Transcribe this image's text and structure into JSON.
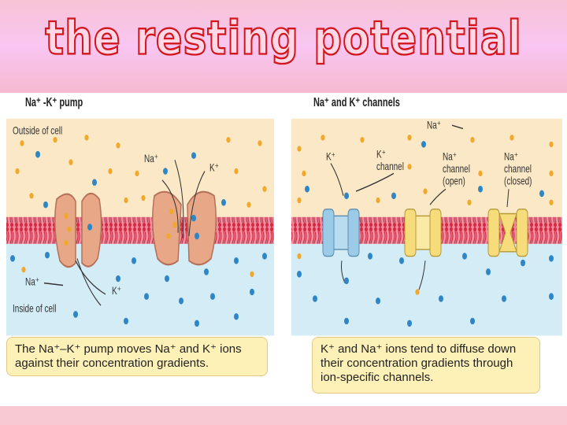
{
  "title": "the resting potential",
  "left_panel": {
    "heading": "Na⁺ -K⁺ pump",
    "outside_label": "Outside of cell",
    "inside_label": "Inside of cell",
    "na_top": "Na⁺",
    "k_top": "K⁺",
    "na_bottom": "Na⁺",
    "k_bottom": "K⁺",
    "caption_line1": "The Na⁺–K⁺ pump moves Na⁺ and K⁺ ions",
    "caption_line2": "against their concentration gradients."
  },
  "right_panel": {
    "heading": "Na⁺ and K⁺ channels",
    "na_top": "Na⁺",
    "k_label": "K⁺",
    "k_channel_line1": "K⁺",
    "k_channel_line2": "channel",
    "na_open_line1": "Na⁺",
    "na_open_line2": "channel",
    "na_open_line3": "(open)",
    "na_closed_line1": "Na⁺",
    "na_closed_line2": "channel",
    "na_closed_line3": "(closed)",
    "caption_line1": "K⁺ and Na⁺ ions tend to diffuse down",
    "caption_line2": "their concentration gradients through",
    "caption_line3": "ion-specific channels."
  },
  "colors": {
    "outside_fluid": "#fbe8c6",
    "inside_fluid": "#d3ecf6",
    "membrane": "#e34a6b",
    "na_ion": "#f0a92a",
    "k_ion": "#2f86c6",
    "pump": "#e8a887",
    "k_channel": "#9ccbe8",
    "na_channel": "#f6dc7b"
  }
}
